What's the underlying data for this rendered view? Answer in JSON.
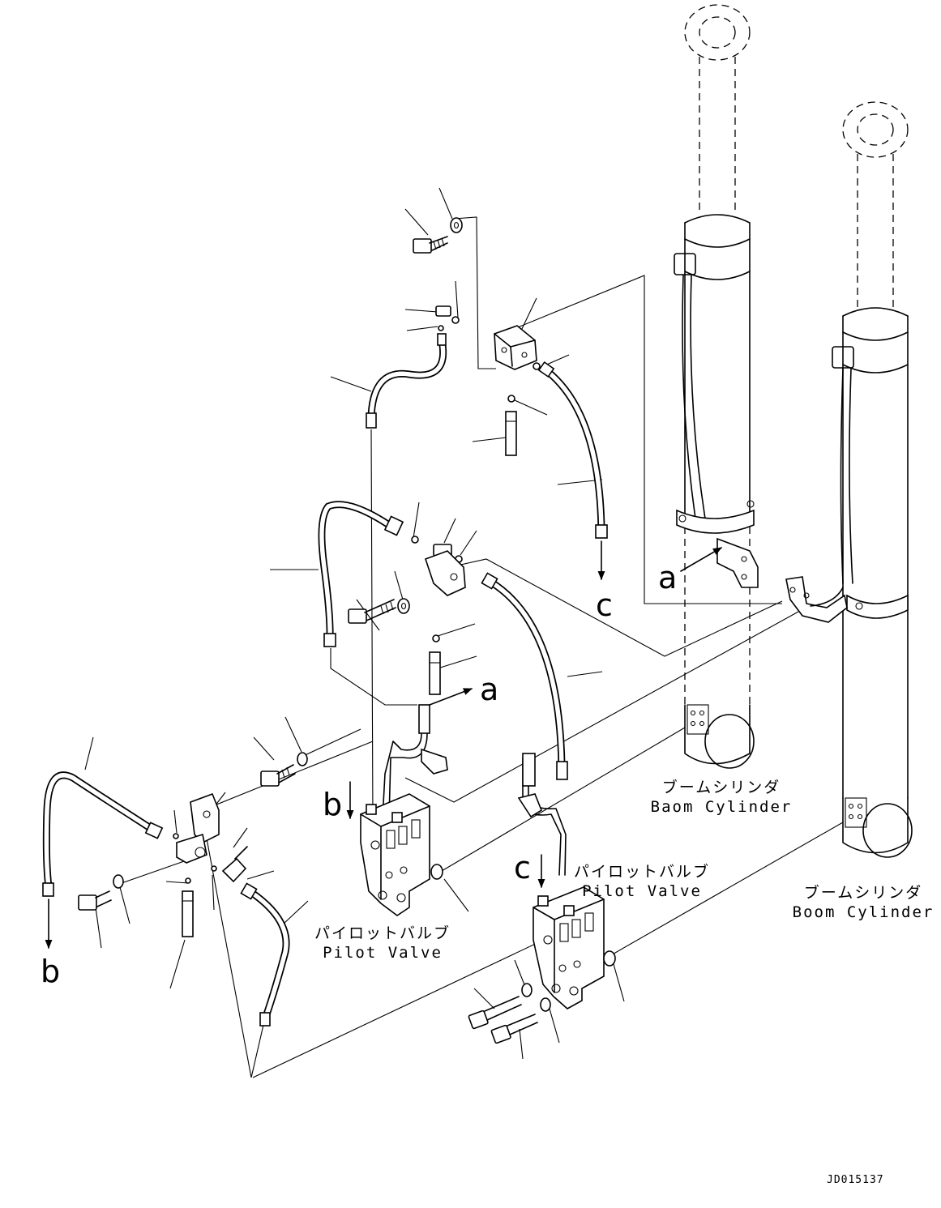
{
  "labels": {
    "boom_cylinder_upper": {
      "jp": "ブームシリンダ",
      "en": "Baom Cylinder"
    },
    "boom_cylinder_lower": {
      "jp": "ブームシリンダ",
      "en": "Boom Cylinder"
    },
    "pilot_valve_left": {
      "jp": "パイロットバルブ",
      "en": "Pilot Valve"
    },
    "pilot_valve_right": {
      "jp": "パイロットバルブ",
      "en": "Pilot Valve"
    }
  },
  "refs": {
    "a_cylinder": "a",
    "a_center": "a",
    "b_left": "b",
    "b_valve": "b",
    "c_hose": "c",
    "c_valve": "c"
  },
  "drawing_code": "JD015137"
}
